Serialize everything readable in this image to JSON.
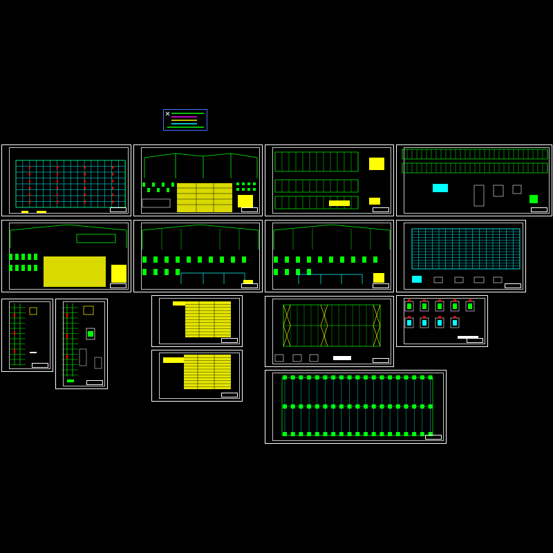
{
  "view": {
    "background": "#000000",
    "mode": "cad-model-space-overview"
  },
  "colors": {
    "frame": "#ffffff",
    "lines": "#00ff00",
    "tables": "#ffff00",
    "grid": "#00ffff",
    "marks": "#ff0000",
    "legend": "#3a7bff"
  },
  "legend": {
    "icon": "close-icon",
    "rows": 5
  },
  "sheets": [
    {
      "id": "sheet-01",
      "kind": "column-grid-plan"
    },
    {
      "id": "sheet-02",
      "kind": "frame-elevation-details-tables"
    },
    {
      "id": "sheet-03",
      "kind": "frame-elevations"
    },
    {
      "id": "sheet-04",
      "kind": "bracing-elevations"
    },
    {
      "id": "sheet-05",
      "kind": "frame-details-table"
    },
    {
      "id": "sheet-06",
      "kind": "frame-details-table"
    },
    {
      "id": "sheet-07",
      "kind": "frame-details-table"
    },
    {
      "id": "sheet-08",
      "kind": "roof-purlin-grid"
    },
    {
      "id": "sheet-09",
      "kind": "column-elevation"
    },
    {
      "id": "sheet-10",
      "kind": "column-elevation-detail"
    },
    {
      "id": "sheet-11",
      "kind": "material-table"
    },
    {
      "id": "sheet-12",
      "kind": "material-table"
    },
    {
      "id": "sheet-13",
      "kind": "roof-bracing-plan"
    },
    {
      "id": "sheet-14",
      "kind": "connection-details"
    },
    {
      "id": "sheet-15",
      "kind": "foundation-plan"
    }
  ]
}
